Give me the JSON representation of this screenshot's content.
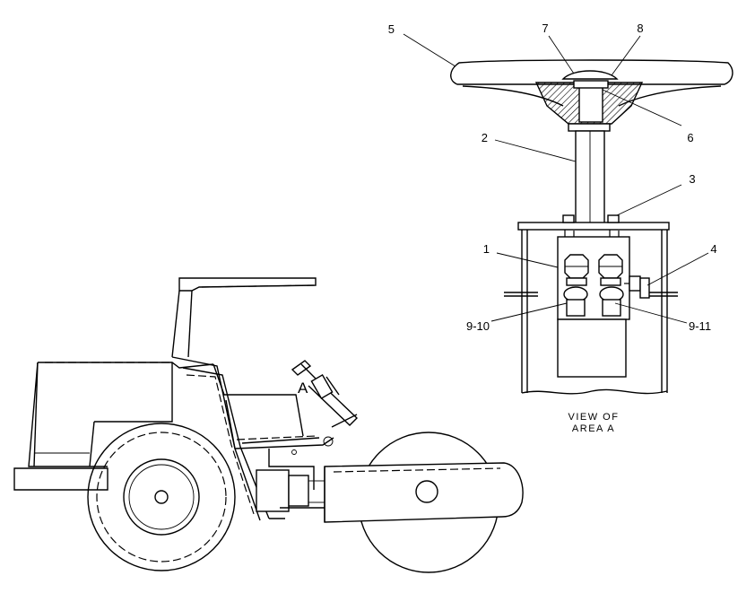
{
  "view_caption": [
    "VIEW OF",
    "AREA A"
  ],
  "area_marker": "A",
  "callouts": [
    "1",
    "2",
    "3",
    "4",
    "5",
    "6",
    "7",
    "8",
    "9-10",
    "9-11"
  ],
  "colors": {
    "line": "#000000",
    "background": "#ffffff",
    "section_hatch": "#000000"
  }
}
